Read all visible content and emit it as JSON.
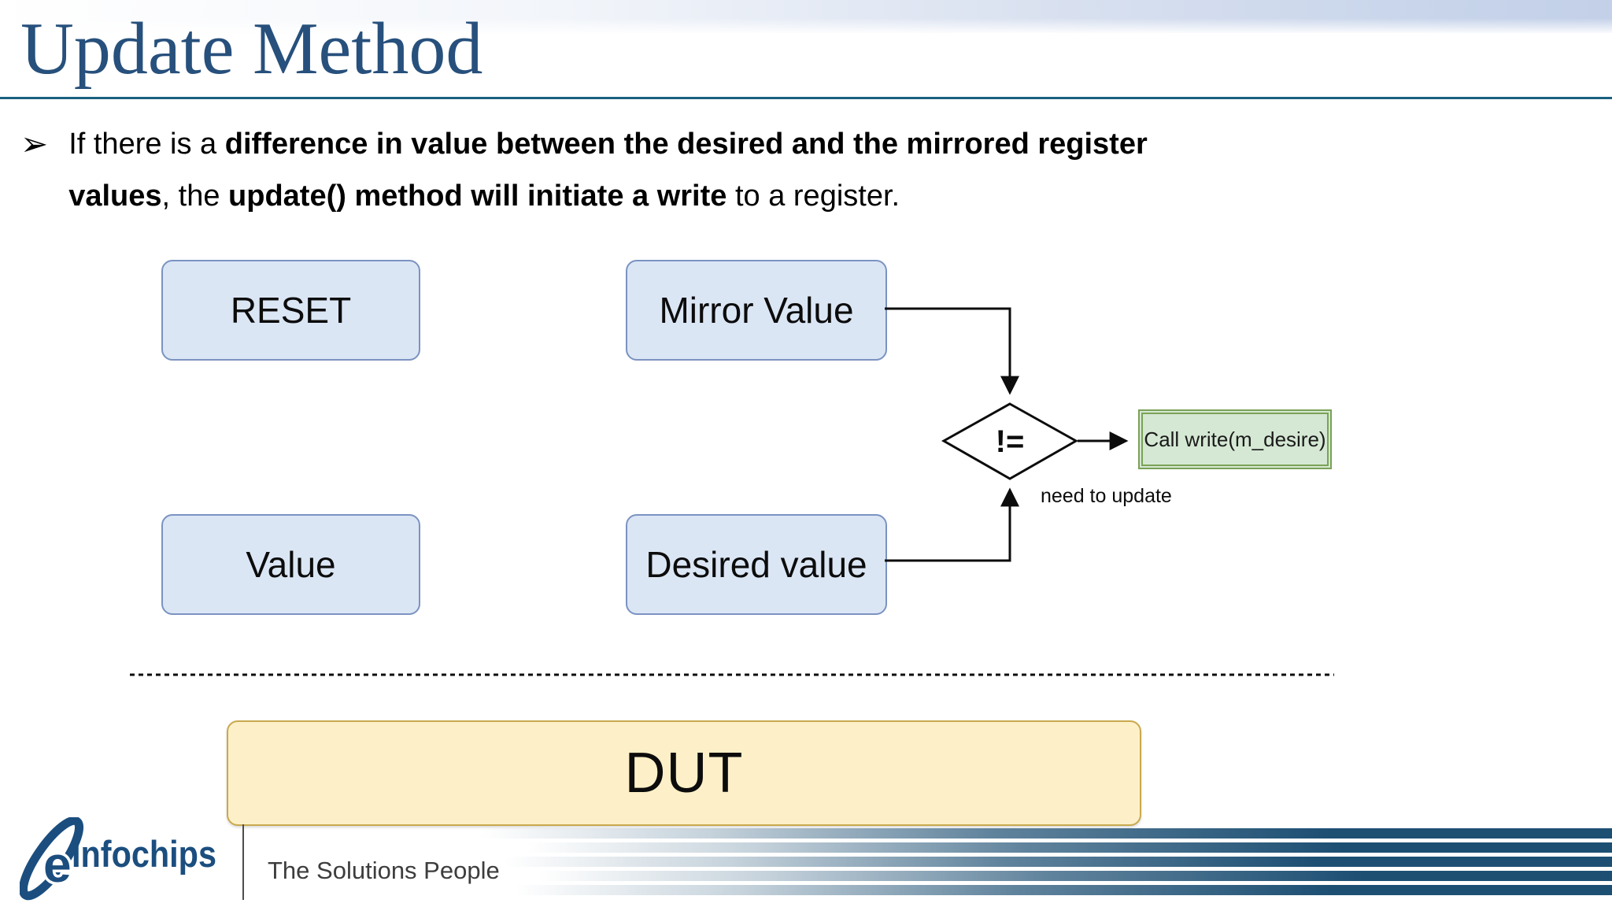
{
  "header": {
    "title": "Update Method"
  },
  "bullet": {
    "marker": "➢",
    "seg1": "If there is a ",
    "seg2": "difference in value between the desired and the mirrored register values",
    "seg3": ", the ",
    "seg4": "update() method will initiate a write",
    "seg5": " to a register."
  },
  "diagram": {
    "reset_box": "RESET",
    "mirror_box": "Mirror Value",
    "value_box": "Value",
    "desired_box": "Desired value",
    "decision": "!=",
    "decision_label": "need to update",
    "action_box": "Call write(m_desire)",
    "dut_box": "DUT"
  },
  "footer": {
    "logo_e": "e",
    "logo_name": "Infochips",
    "tagline": "The Solutions People"
  },
  "colors": {
    "title_blue": "#27507c",
    "rule_teal": "#1a6080",
    "box_blue_fill": "#dbe6f5",
    "box_blue_border": "#7b93c1",
    "box_green_fill": "#d5e8d4",
    "box_green_border": "#7aa257",
    "box_yellow_fill": "#fdf0c8",
    "box_yellow_border": "#c9a94e",
    "stripe_blue": "#1d4f73",
    "logo_blue": "#1b4e7f"
  }
}
